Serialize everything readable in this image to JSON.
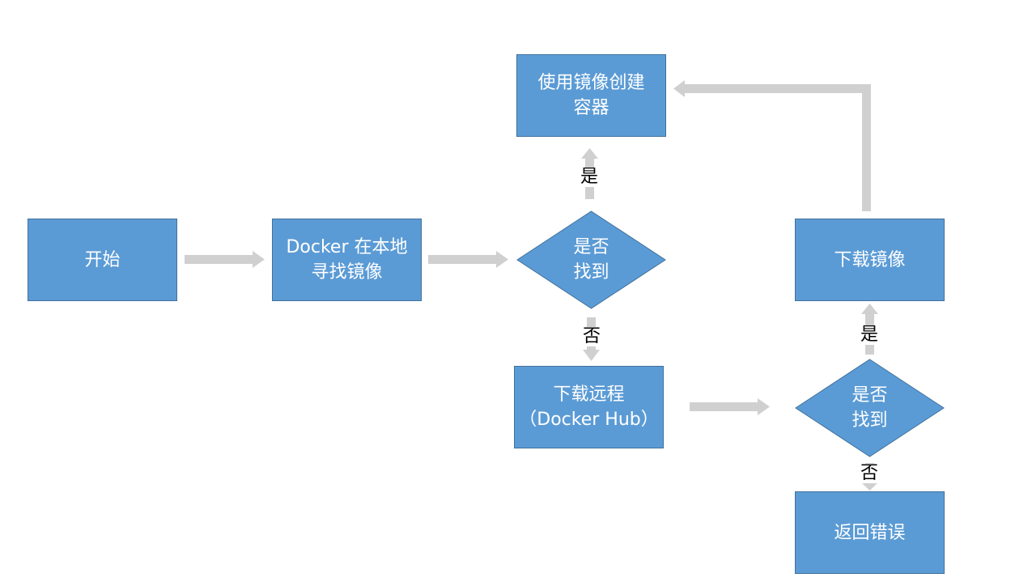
{
  "colors": {
    "box_fill": "#5b9bd5",
    "box_border": "#41719c",
    "arrow": "#d0d0d0",
    "text_on_box": "#ffffff",
    "label_text": "#000000"
  },
  "nodes": {
    "start": {
      "label": "开始"
    },
    "local_search": {
      "line1": "Docker 在本地",
      "line2": "寻找镜像"
    },
    "found_local": {
      "line1": "是否",
      "line2": "找到"
    },
    "create_container": {
      "line1": "使用镜像创建",
      "line2": "容器"
    },
    "download_remote": {
      "line1": "下载远程",
      "line2": "（Docker Hub）"
    },
    "found_remote": {
      "line1": "是否",
      "line2": "找到"
    },
    "download_image": {
      "label": "下载镜像"
    },
    "return_error": {
      "label": "返回错误"
    }
  },
  "edge_labels": {
    "local_yes": "是",
    "local_no": "否",
    "remote_yes": "是",
    "remote_no": "否"
  }
}
